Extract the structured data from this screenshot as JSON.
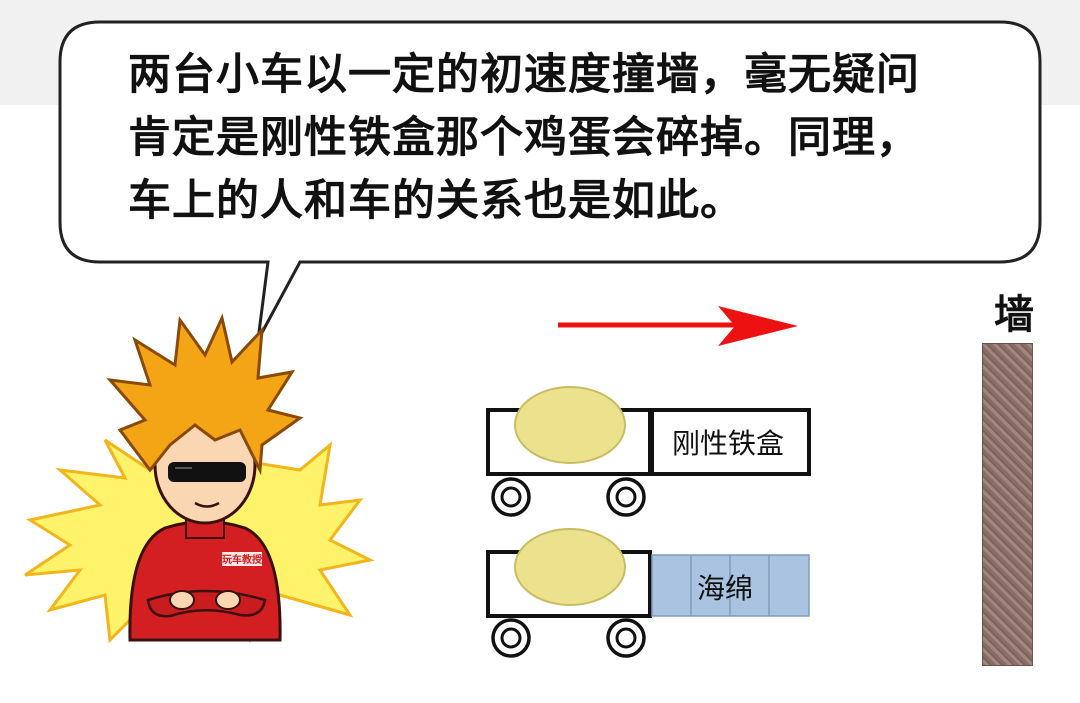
{
  "speech_bubble": {
    "lines": [
      "两台小车以一定的初速度撞墙，毫无疑问",
      "肯定是刚性铁盒那个鸡蛋会碎掉。同理，",
      "车上的人和车的关系也是如此。"
    ]
  },
  "wall": {
    "label": "墙"
  },
  "car_top": {
    "box_label": "刚性铁盒"
  },
  "car_bottom": {
    "box_label": "海绵"
  },
  "mascot": {
    "jacket_logo": "玩车教授"
  },
  "colors": {
    "arrow": "#ee1111",
    "egg": "#ece28e",
    "sponge": "#a9c3e0",
    "jacket": "#d41f22",
    "hair": "#f4a516",
    "wall": "#8f746e"
  }
}
